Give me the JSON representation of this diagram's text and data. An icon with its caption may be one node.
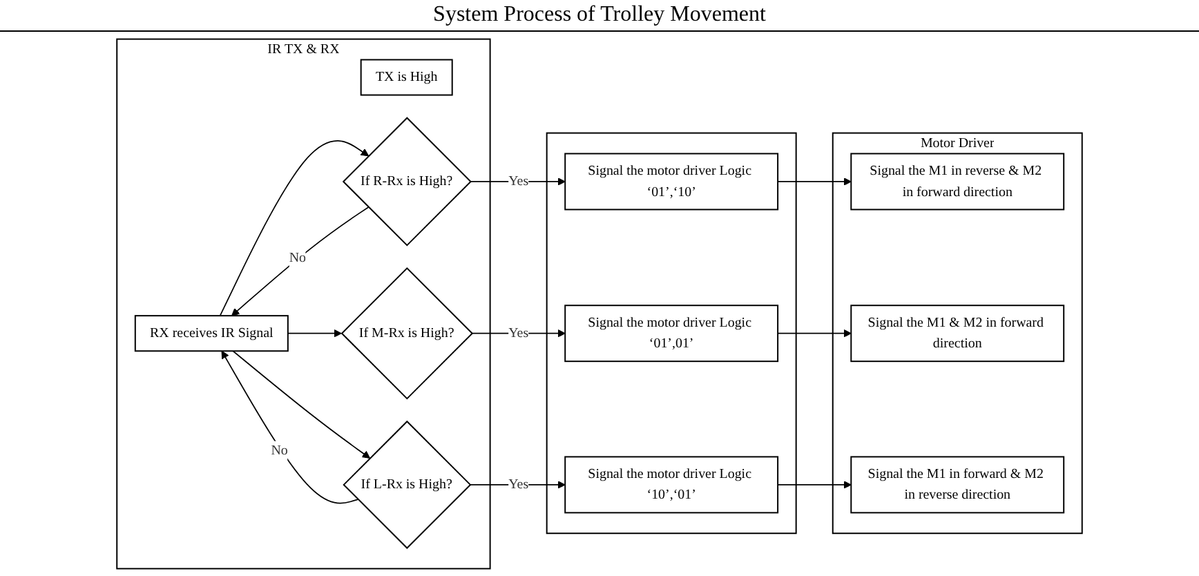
{
  "diagram": {
    "title": "System Process of Trolley Movement",
    "nodes": [
      {
        "text": [
          "IR TX & RX"
        ]
      },
      {
        "text": [
          "TX is High"
        ],
        "in": 0
      },
      {
        "text": [
          "RX receives IR Signal"
        ],
        "in": 0
      },
      {
        "text": [
          "If L-Rx is High?"
        ],
        "in": 0
      },
      {
        "text": [
          "If R-Rx is High?"
        ],
        "in": 0
      },
      {
        "text": [
          "If M-Rx is High?"
        ],
        "in": 0
      },
      {
        "text": [],
        "shape": "box"
      },
      {
        "text": [
          "Signal the motor driver Logic ‘01’,‘10’"
        ],
        "in": 6
      },
      {
        "text": [
          "Signal the motor driver Logic ‘01’,01’"
        ],
        "in": 6
      },
      {
        "text": [
          "Signal the motor driver Logic ‘10’,‘01’"
        ],
        "in": 6
      },
      {
        "text": [
          "Motor Driver"
        ]
      },
      {
        "text": [
          "Signal the M1 in reverse & M2 in forward direction"
        ],
        "in": 10
      },
      {
        "text": [
          "Signal the M1 & M2 in forward direction"
        ],
        "in": 10
      },
      {
        "text": [
          "Signal the M1 in forward & M2 in reverse direction"
        ],
        "in": 10
      }
    ],
    "edges": [
      {
        "from": 2,
        "to": 3,
        "arrow": "to"
      },
      {
        "from": 2,
        "to": 4,
        "arrow": "to"
      },
      {
        "from": 2,
        "to": 5,
        "arrow": "to"
      },
      {
        "from": 3,
        "to": 2,
        "arrow": "to",
        "label": "No"
      },
      {
        "from": 4,
        "to": 2,
        "arrow": "to",
        "label": "No"
      },
      {
        "from": 3,
        "to": 9,
        "arrow": "to",
        "label": "Yes"
      },
      {
        "from": 5,
        "to": 8,
        "arrow": "to",
        "label": "Yes"
      },
      {
        "from": 4,
        "to": 7,
        "arrow": "to",
        "label": "Yes"
      },
      {
        "from": 7,
        "to": 11,
        "arrow": "to"
      },
      {
        "from": 8,
        "to": 12,
        "arrow": "to"
      },
      {
        "from": 9,
        "to": 13,
        "arrow": "to"
      }
    ]
  }
}
